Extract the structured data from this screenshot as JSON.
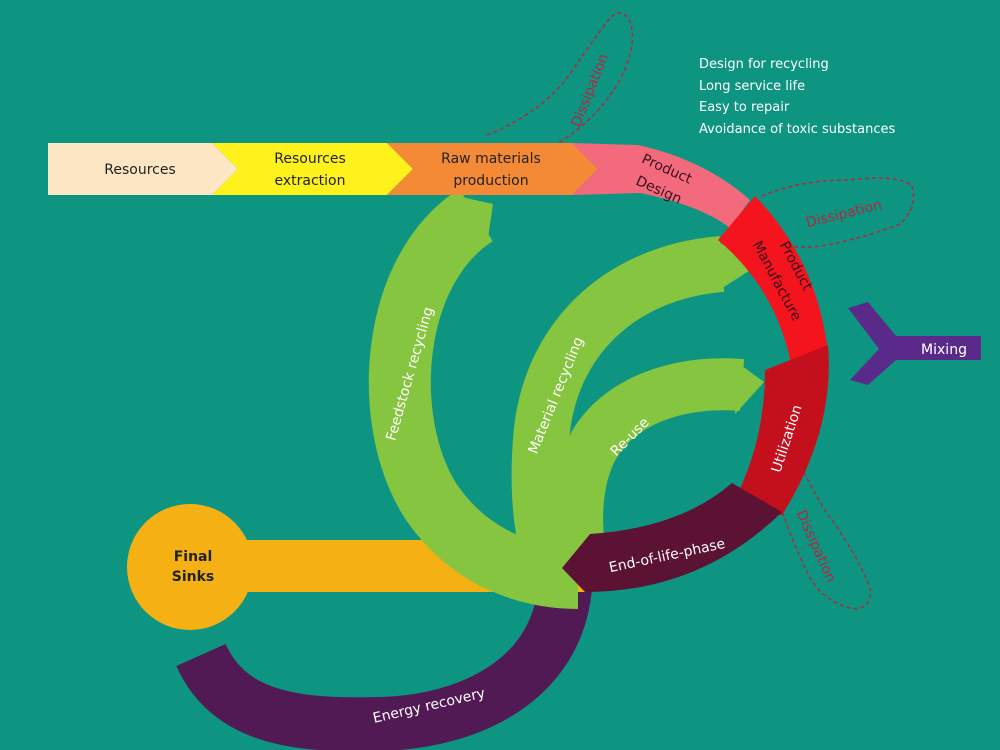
{
  "colors": {
    "background": "#0e9582",
    "resources": "#fce6c4",
    "extraction": "#fff21c",
    "raw_materials": "#f58a36",
    "product_design": "#f46a7d",
    "manufacture": "#f3141e",
    "utilization": "#c4101d",
    "end_of_life": "#5c1233",
    "recycling": "#86c540",
    "final_sinks": "#f5b114",
    "energy_recovery": "#521a54",
    "mixing": "#5a2a8a",
    "dissipation_outline": "#b0283f"
  },
  "design_notes": [
    "Design for recycling",
    "Long service life",
    "Easy to repair",
    "Avoidance of toxic substances"
  ],
  "stages": {
    "resources": "Resources",
    "extraction_line1": "Resources",
    "extraction_line2": "extraction",
    "raw_line1": "Raw materials",
    "raw_line2": "production",
    "design_line1": "Product",
    "design_line2": "Design",
    "manufacture_line1": "Product",
    "manufacture_line2": "Manufacture",
    "utilization": "Utilization",
    "end_of_life": "End-of-life-phase"
  },
  "loops": {
    "feedstock": "Feedstock recycling",
    "material": "Material recycling",
    "reuse": "Re-use",
    "energy": "Energy recovery"
  },
  "sinks": {
    "line1": "Final",
    "line2": "Sinks"
  },
  "mixing": "Mixing",
  "dissipation": {
    "top": "Dissipation",
    "right": "Dissipation",
    "bottom": "Dissipation"
  }
}
